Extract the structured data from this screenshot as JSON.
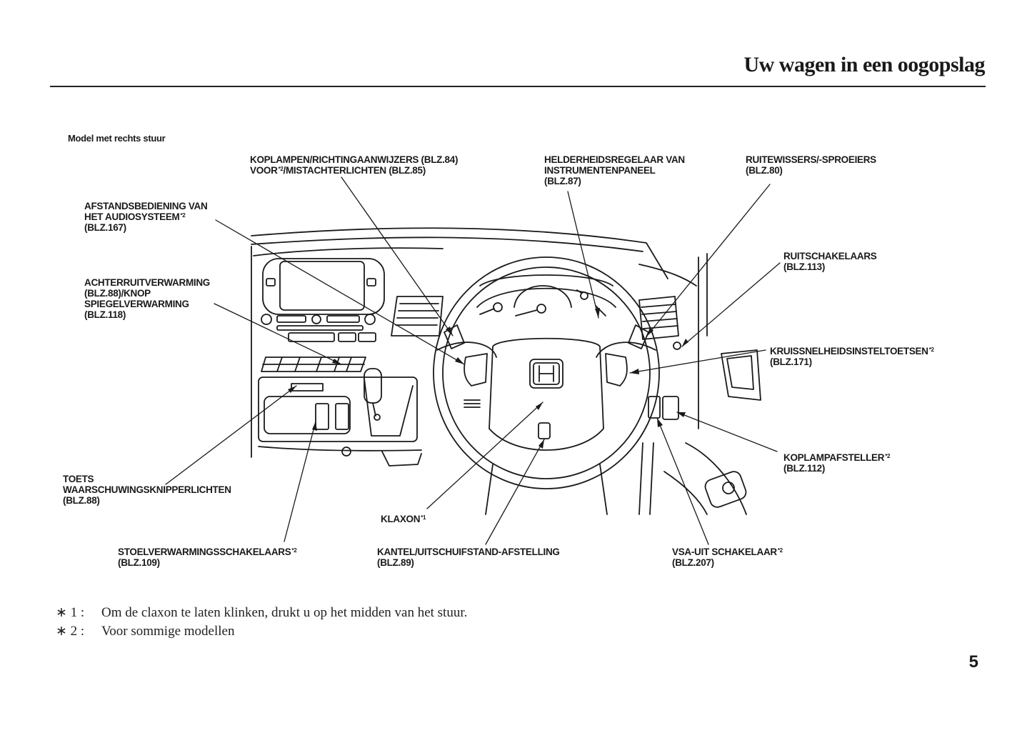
{
  "header": {
    "title": "Uw wagen in een oogopslag"
  },
  "model_label": "Model met rechts stuur",
  "callouts": [
    {
      "id": "koplampen",
      "lines": [
        "KOPLAMPEN/RICHTINGAANWIJZERS (BLZ.84)",
        "VOOR",
        "/MISTACHTERLICHTEN (BLZ.85)"
      ],
      "note": "*2"
    },
    {
      "id": "helderheid",
      "lines": [
        "HELDERHEIDSREGELAAR VAN",
        "INSTRUMENTENPANEEL",
        "(BLZ.87)"
      ]
    },
    {
      "id": "ruitewissers",
      "lines": [
        "RUITEWISSERS/-SPROEIERS",
        "(BLZ.80)"
      ]
    },
    {
      "id": "audio",
      "lines": [
        "AFSTANDSBEDIENING VAN",
        "HET AUDIOSYSTEEM",
        "(BLZ.167)"
      ],
      "note": "*2"
    },
    {
      "id": "achterruit",
      "lines": [
        "ACHTERRUITVERWARMING",
        "(BLZ.88)/KNOP",
        "SPIEGELVERWARMING",
        "(BLZ.118)"
      ]
    },
    {
      "id": "ruitschakelaars",
      "lines": [
        "RUITSCHAKELAARS",
        "(BLZ.113)"
      ]
    },
    {
      "id": "cruise",
      "lines": [
        "KRUISSNELHEIDSINSTELTOETSEN",
        "(BLZ.171)"
      ],
      "note": "*2"
    },
    {
      "id": "koplampafsteller",
      "lines": [
        "KOPLAMPAFSTELLER",
        "(BLZ.112)"
      ],
      "note": "*2"
    },
    {
      "id": "hazard",
      "lines": [
        "TOETS",
        "WAARSCHUWINGSKNIPPERLICHTEN",
        "(BLZ.88)"
      ]
    },
    {
      "id": "klaxon",
      "lines": [
        "KLAXON"
      ],
      "note": "*1"
    },
    {
      "id": "stoel",
      "lines": [
        "STOELVERWARMINGSSCHAKELAARS",
        "(BLZ.109)"
      ],
      "note": "*2"
    },
    {
      "id": "kantel",
      "lines": [
        "KANTEL/UITSCHUIFSTAND-AFSTELLING",
        "(BLZ.89)"
      ]
    },
    {
      "id": "vsa",
      "lines": [
        "VSA-UIT SCHAKELAAR",
        "(BLZ.207)"
      ],
      "note": "*2"
    }
  ],
  "footnotes": [
    {
      "mark": "∗ 1 :",
      "text": "Om de claxon te laten klinken, drukt u op het midden van het stuur."
    },
    {
      "mark": "∗ 2 :",
      "text": "Voor sommige modellen"
    }
  ],
  "page_number": "5"
}
